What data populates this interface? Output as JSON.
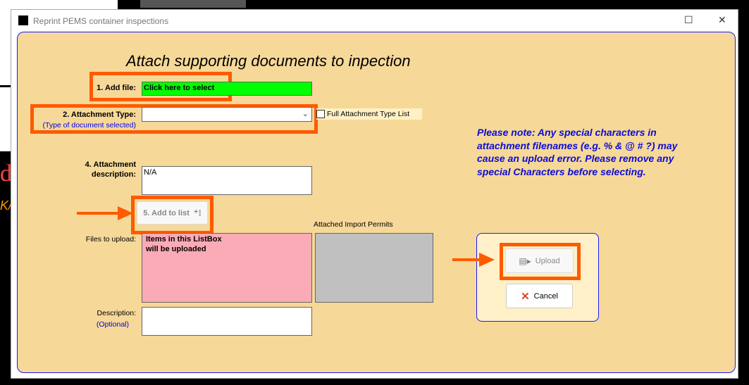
{
  "window": {
    "title": "Reprint PEMS container inspections",
    "minimize": "☐",
    "close": "✕"
  },
  "heading": "Attach supporting documents to inpection",
  "add_file": {
    "label": "1. Add file:",
    "button": "Click here to select"
  },
  "attachment_type": {
    "label": "2. Attachment Type:",
    "hint": "(Type of document selected)",
    "value": "",
    "full_list_label": "Full Attachment Type List"
  },
  "attachment_description": {
    "label_line1": "4. Attachment",
    "label_line2": "description:",
    "value": "N/A"
  },
  "add_to_list": "5. Add to list",
  "files_to_upload": {
    "label": "Files to upload:",
    "line1": "Items in this ListBox",
    "line2": "will be uploaded"
  },
  "attached_permits_label": "Attached Import Permits",
  "description": {
    "label": "Description:",
    "hint": "(Optional)",
    "value": ""
  },
  "note": "Please note:  Any special characters in attachment filenames (e.g. % & @ # ?) may cause an upload error. Please remove any special Characters before selecting.",
  "upload": "Upload",
  "cancel": "Cancel",
  "colors": {
    "accent": "#ff5a00",
    "green": "#00ff00",
    "pink": "#fbabb6",
    "panel": "#f6d898"
  }
}
